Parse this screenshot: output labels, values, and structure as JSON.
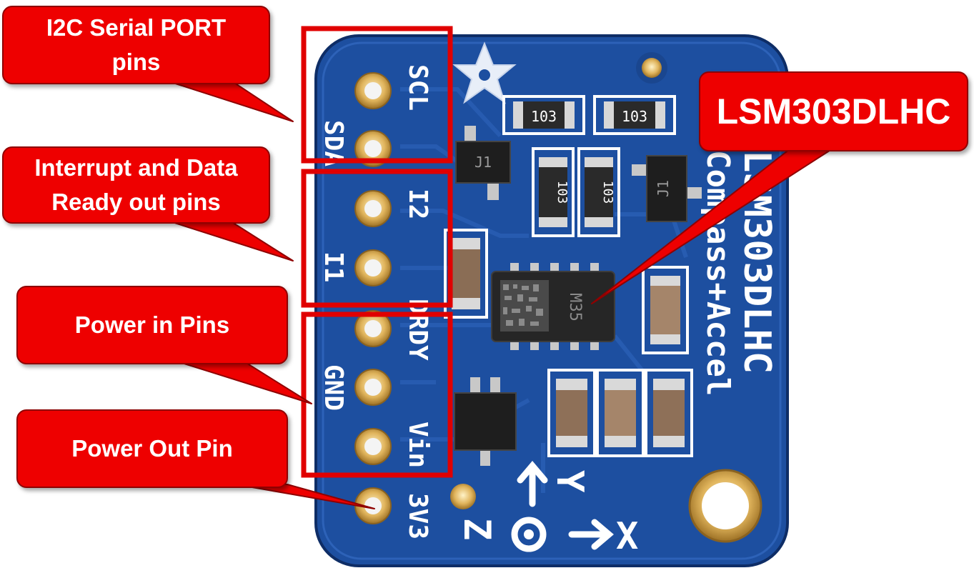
{
  "colors": {
    "board": "#1c4f9e",
    "board_edge": "#0f2f68",
    "callout_fill": "#ee0000",
    "callout_border": "#8f0000",
    "highlight_box": "#e00000",
    "silkscreen": "#ffffff",
    "pad_gold": "#d8a850"
  },
  "callouts": {
    "i2c": {
      "line1": "I2C Serial PORT",
      "line2": "pins"
    },
    "interrupt": {
      "line1": "Interrupt and Data",
      "line2": "Ready out pins"
    },
    "power_in": {
      "line1": "Power in Pins"
    },
    "power_out": {
      "line1": "Power Out Pin"
    },
    "chip": {
      "line1": "LSM303DLHC"
    }
  },
  "board": {
    "pin_labels": [
      "SCL",
      "SDA",
      "I2",
      "I1",
      "DRDY",
      "GND",
      "Vin",
      "3V3"
    ],
    "title_line1": "LSM303DLHC",
    "title_line2": "Compass+Accel",
    "resistor_code": "103",
    "regulator_code": "J1",
    "chip_marking": "M35",
    "axes": {
      "y": "Y",
      "x": "X",
      "z": "Z"
    }
  }
}
